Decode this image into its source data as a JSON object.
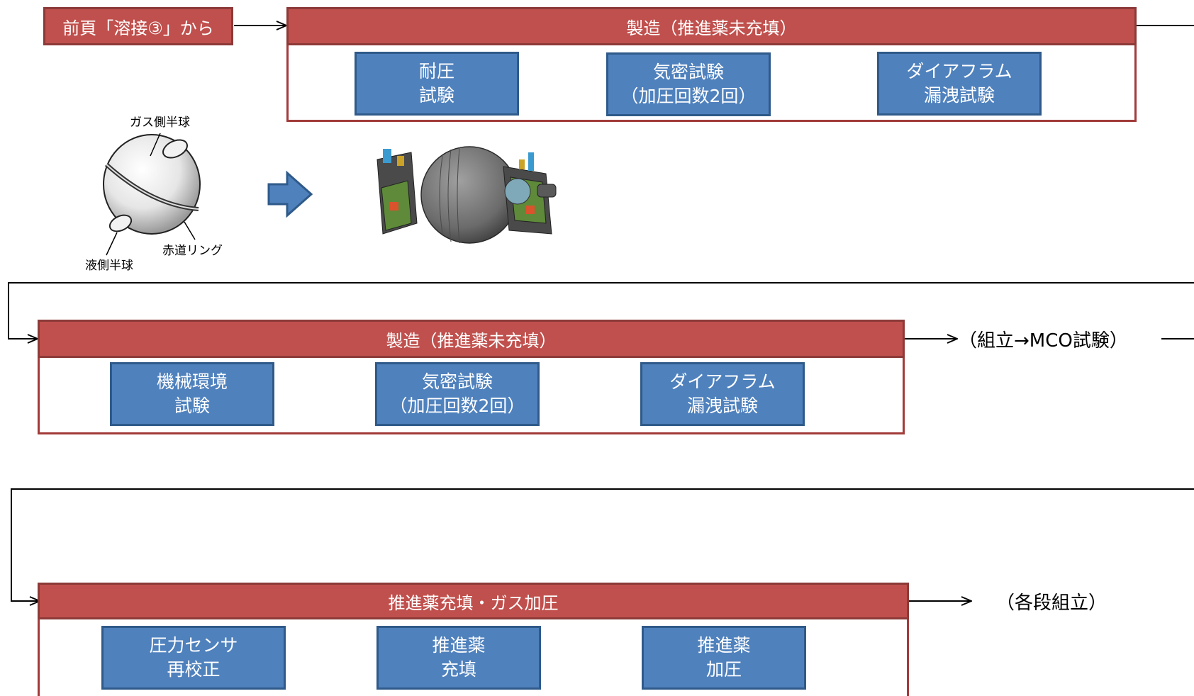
{
  "colors": {
    "header": "#c0504d",
    "box": "#4f81bd",
    "arrow": "#4f81bd",
    "line": "#000000"
  },
  "start_label": "前頁「溶接③」から",
  "stages": [
    {
      "title": "製造（推進薬未充填）",
      "items": [
        {
          "line1": "耐圧",
          "line2": "試験"
        },
        {
          "line1": "気密試験",
          "line2": "（加圧回数2回）"
        },
        {
          "line1": "ダイアフラム",
          "line2": "漏洩試験"
        }
      ]
    },
    {
      "title": "製造（推進薬未充填）",
      "items": [
        {
          "line1": "機械環境",
          "line2": "試験"
        },
        {
          "line1": "気密試験",
          "line2": "（加圧回数2回）"
        },
        {
          "line1": "ダイアフラム",
          "line2": "漏洩試験"
        }
      ],
      "next_label": "（組立→MCO試験）"
    },
    {
      "title": "推進薬充填・ガス加圧",
      "items": [
        {
          "line1": "圧力センサ",
          "line2": "再校正"
        },
        {
          "line1": "推進薬",
          "line2": "充填"
        },
        {
          "line1": "推進薬",
          "line2": "加圧"
        }
      ],
      "next_label": "（各段組立）"
    }
  ],
  "tank_figure": {
    "gas_hemisphere": "ガス側半球",
    "equator_ring": "赤道リング",
    "liquid_hemisphere": "液側半球"
  },
  "illustration_icon": "propulsion-assembly-illustration"
}
